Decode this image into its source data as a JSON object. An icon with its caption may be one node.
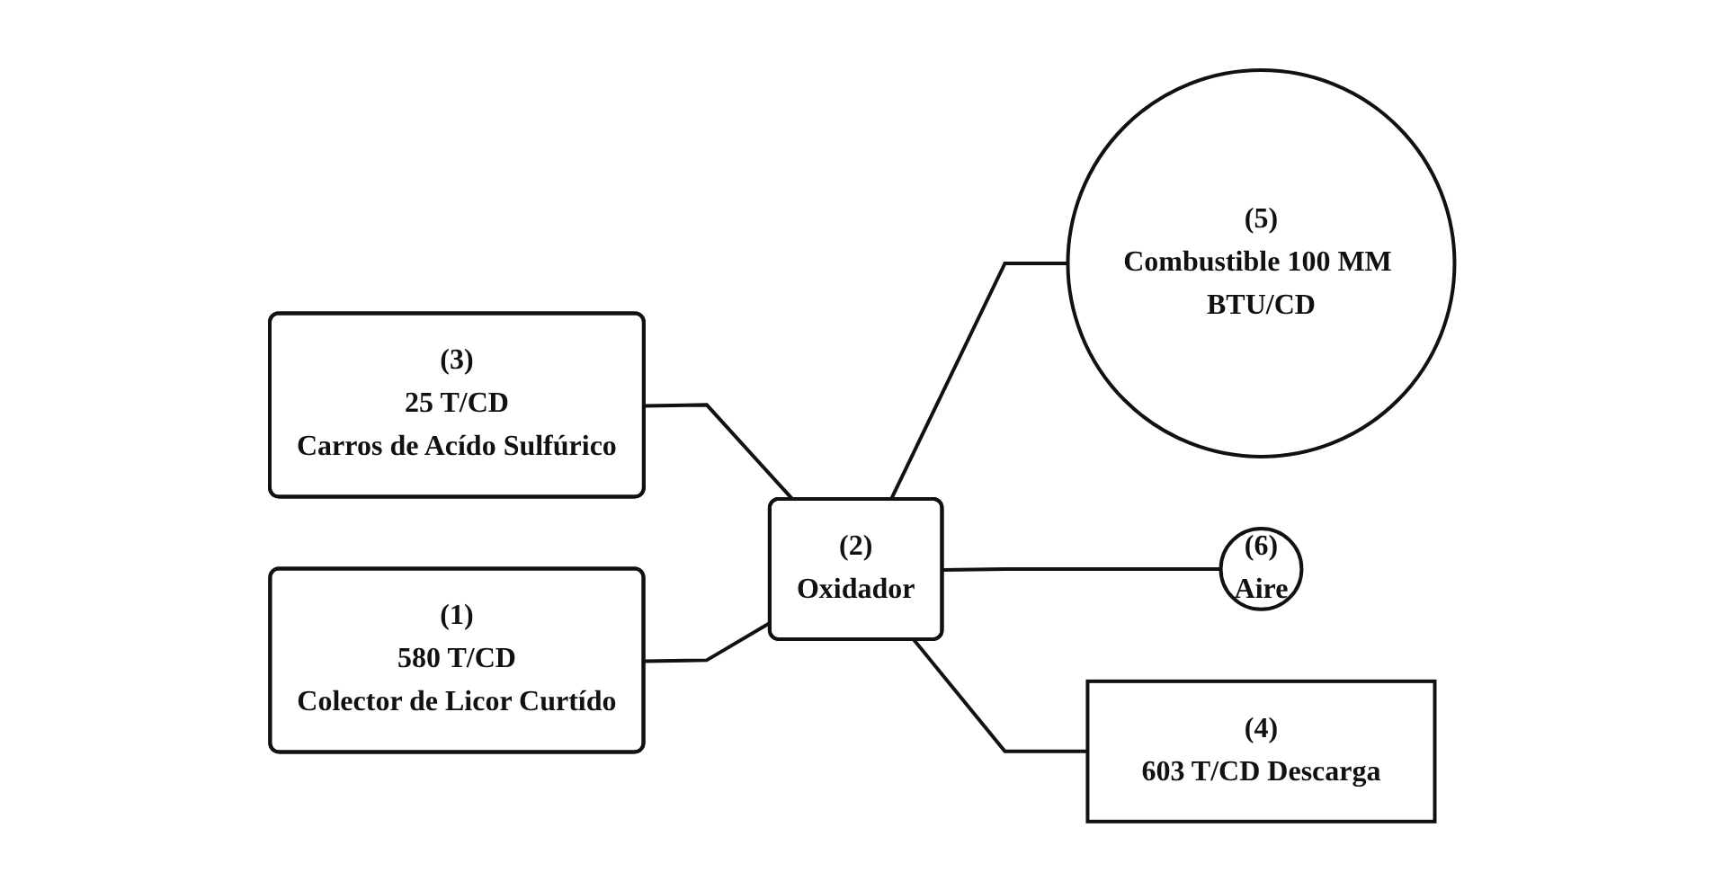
{
  "diagram": {
    "nodes": [
      {
        "text": [
          "(3)",
          "25 T/CD",
          "Carros de Acído Sulfúrico"
        ]
      },
      {
        "text": [
          "(2)",
          "Oxidador"
        ]
      },
      {
        "text": [
          "(5)",
          "Combustible 100 MM BTU/CD"
        ]
      },
      {
        "text": [
          "(1)",
          "580 T/CD",
          "Colector de Licor Curtído"
        ]
      },
      {
        "text": [
          "(6)",
          "Aire"
        ]
      },
      {
        "text": [
          "(4)",
          "603 T/CD Descarga"
        ]
      }
    ],
    "edges": [
      {
        "from": 0,
        "to": 1,
        "arrow": "none"
      },
      {
        "from": 1,
        "to": 2,
        "arrow": "none"
      },
      {
        "from": 3,
        "to": 1,
        "arrow": "none"
      },
      {
        "from": 1,
        "to": 4,
        "arrow": "none"
      },
      {
        "from": 1,
        "to": 5,
        "arrow": "none"
      }
    ]
  }
}
